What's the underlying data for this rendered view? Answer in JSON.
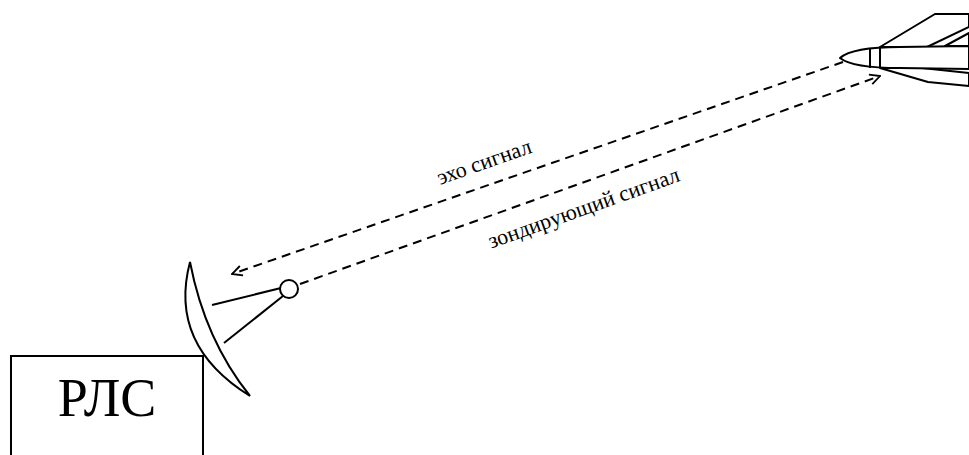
{
  "diagram": {
    "nodes": [
      {
        "text": [
          "РЛС"
        ]
      }
    ],
    "labels": [
      "эхо сигнал",
      "зондирующий сигнал"
    ]
  }
}
